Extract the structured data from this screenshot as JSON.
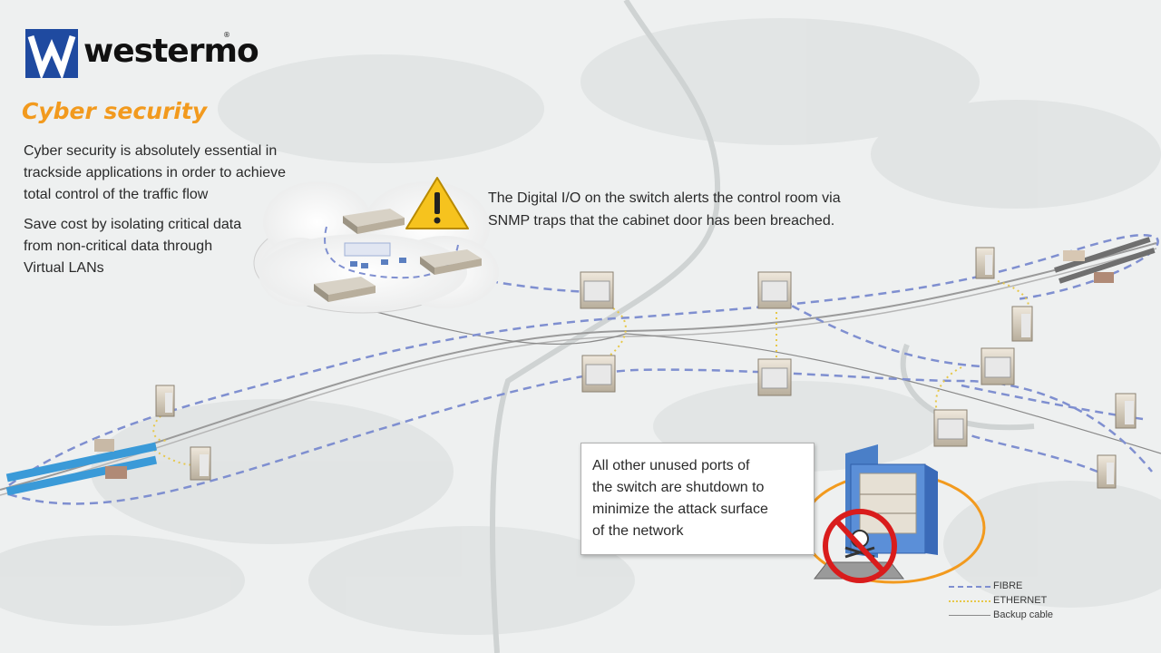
{
  "brand": {
    "name": "westermo",
    "registered": "®"
  },
  "heading": "Cyber security",
  "intro_lines": [
    "Cyber security is absolutely essential in",
    "trackside applications in order to achieve",
    "total control of the traffic flow"
  ],
  "vlan_lines": [
    "Save cost by isolating critical data",
    "from non-critical data through",
    "Virtual LANs"
  ],
  "digital_io_lines": [
    "The Digital I/O on the switch alerts the control room via",
    "SNMP traps that the cabinet door has been breached."
  ],
  "unused_ports_lines": [
    "All other unused ports of",
    "the switch are shutdown to",
    "minimize the attack surface",
    "of the network"
  ],
  "legend": [
    {
      "label": "FIBRE",
      "style": "dashed",
      "color": "#7f8fd0"
    },
    {
      "label": "ETHERNET",
      "style": "dotted",
      "color": "#e7c84a"
    },
    {
      "label": "Backup cable",
      "style": "solid",
      "color": "#8a8a8a"
    }
  ],
  "colors": {
    "accent_orange": "#f29a1e",
    "brand_blue": "#1f4aa0",
    "fibre": "#7f8fd0",
    "ethernet": "#e7c84a",
    "warning_yellow": "#f6c31e",
    "prohibit_red": "#d91c1c",
    "cabinet_blue": "#4a7fc8",
    "train_blue": "#3a9ad8"
  },
  "icons": [
    "warning-icon",
    "skull-crossbones-icon",
    "no-access-icon",
    "industrial-switch-icon",
    "laptop-icon",
    "cabinet-icon",
    "cloud-icon",
    "train-icon"
  ]
}
